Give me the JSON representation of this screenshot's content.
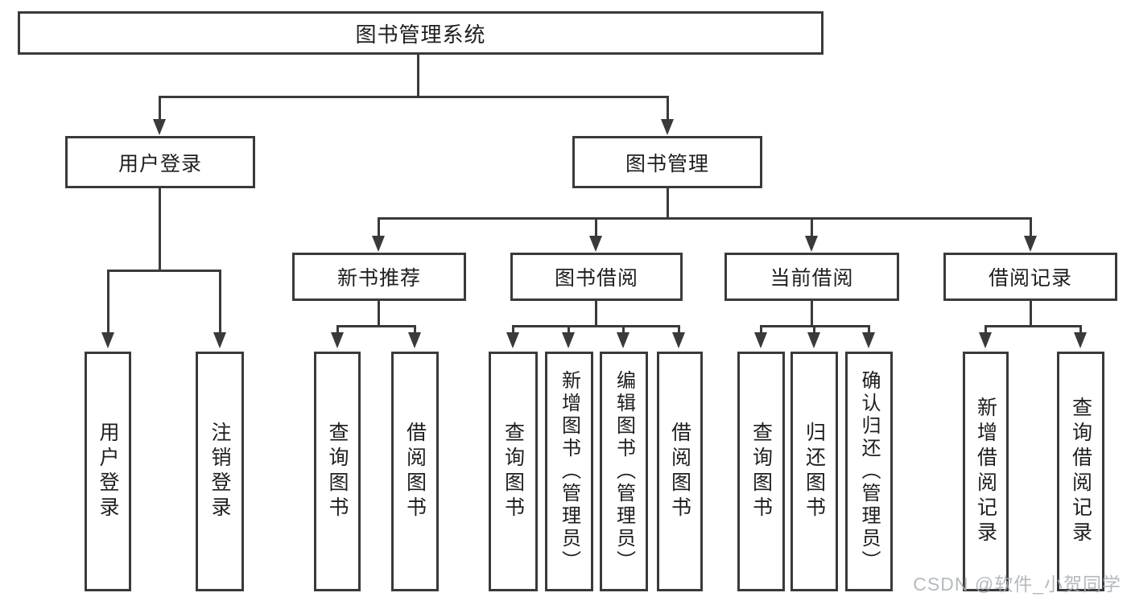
{
  "diagram": {
    "root": "图书管理系统",
    "user_login": {
      "label": "用户登录",
      "children": [
        "用户登录",
        "注销登录"
      ]
    },
    "book_management": {
      "label": "图书管理",
      "sections": [
        {
          "label": "新书推荐",
          "children": [
            "查询图书",
            "借阅图书"
          ]
        },
        {
          "label": "图书借阅",
          "children": [
            "查询图书",
            "新增图书（管理员）",
            "编辑图书（管理员）",
            "借阅图书"
          ]
        },
        {
          "label": "当前借阅",
          "children": [
            "查询图书",
            "归还图书",
            "确认归还（管理员）"
          ]
        },
        {
          "label": "借阅记录",
          "children": [
            "新增借阅记录",
            "查询借阅记录"
          ]
        }
      ]
    }
  },
  "watermark": "CSDN @软件_小贺同学",
  "colors": {
    "line": "#3a3a3a",
    "text": "#1e1e1e",
    "background": "#ffffff",
    "watermark": "#a9aeb3"
  }
}
